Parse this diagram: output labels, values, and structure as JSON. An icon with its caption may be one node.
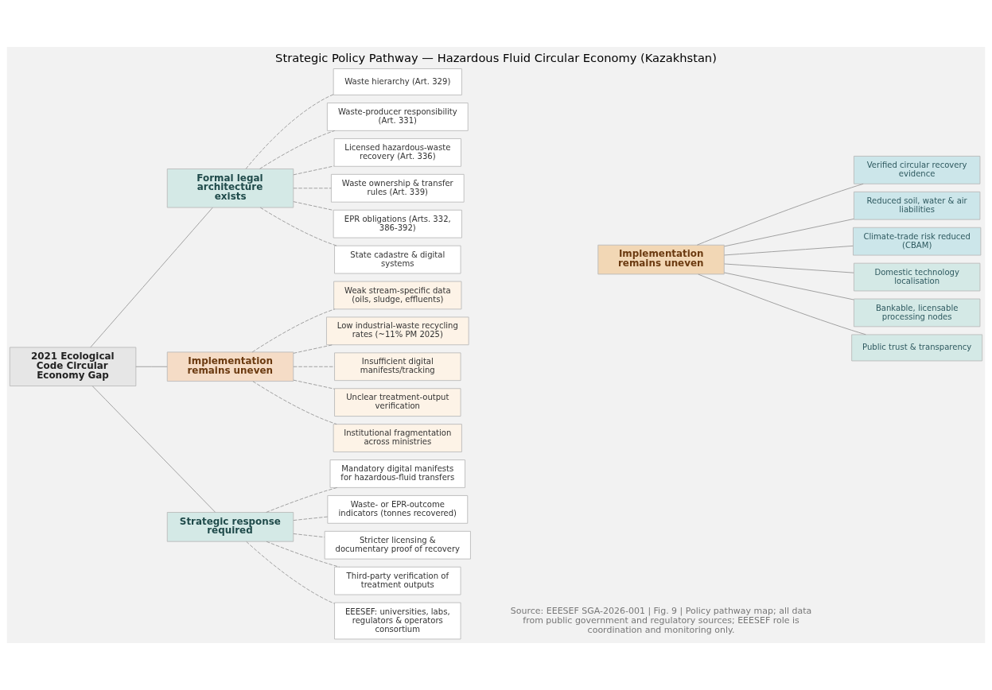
{
  "diagram": {
    "title": "Strategic Policy Pathway — Hazardous Fluid Circular Economy (Kazakhstan)",
    "caption": "Source: EEESEF SGA-2026-001 | Fig. 9 | Policy pathway map; all data from public government and regulatory sources; EEESEF role is coordination and monitoring only.",
    "nodes": [
      {
        "text": [
          "2021 Ecological Code Circular Economy Gap"
        ]
      },
      {
        "text": [
          "Formal legal architecture exists"
        ]
      },
      {
        "text": [
          "Implementation remains uneven"
        ]
      },
      {
        "text": [
          "Strategic response required"
        ]
      },
      {
        "text": [
          "Waste hierarchy (Art. 329)"
        ]
      },
      {
        "text": [
          "Waste-producer responsibility (Art. 331)"
        ]
      },
      {
        "text": [
          "Licensed hazardous-waste recovery (Art. 336)"
        ]
      },
      {
        "text": [
          "Waste ownership & transfer rules (Art. 339)"
        ]
      },
      {
        "text": [
          "EPR obligations (Arts. 332, 386-392)"
        ]
      },
      {
        "text": [
          "State cadastre & digital systems"
        ]
      },
      {
        "text": [
          "Weak stream-specific data (oils, sludge, effluents)"
        ]
      },
      {
        "text": [
          "Low industrial-waste recycling rates (~11% PM 2025)"
        ]
      },
      {
        "text": [
          "Insufficient digital manifests/tracking"
        ]
      },
      {
        "text": [
          "Unclear treatment-output verification"
        ]
      },
      {
        "text": [
          "Institutional fragmentation across ministries"
        ]
      },
      {
        "text": [
          "Mandatory digital manifests for hazardous-fluid transfers"
        ]
      },
      {
        "text": [
          "Waste- or EPR-outcome indicators (tonnes recovered)"
        ]
      },
      {
        "text": [
          "Stricter licensing & documentary proof of recovery"
        ]
      },
      {
        "text": [
          "Third-party verification of treatment outputs"
        ]
      },
      {
        "text": [
          "EEESEF: universities, labs, regulators & operators consortium"
        ]
      },
      {
        "text": [
          "Implementation remains uneven"
        ]
      },
      {
        "text": [
          "Verified circular recovery evidence"
        ]
      },
      {
        "text": [
          "Reduced soil, water & air liabilities"
        ]
      },
      {
        "text": [
          "Climate-trade risk reduced (CBAM)"
        ]
      },
      {
        "text": [
          "Domestic technology localisation"
        ]
      },
      {
        "text": [
          "Bankable, licensable processing nodes"
        ]
      },
      {
        "text": [
          "Public trust & transparency"
        ]
      }
    ],
    "edges": [
      {
        "from": 0,
        "to": 1,
        "arrow": "none"
      },
      {
        "from": 0,
        "to": 2,
        "arrow": "none"
      },
      {
        "from": 0,
        "to": 3,
        "arrow": "none"
      },
      {
        "from": 1,
        "to": 4,
        "arrow": "none",
        "style": "dashed"
      },
      {
        "from": 1,
        "to": 5,
        "arrow": "none",
        "style": "dashed"
      },
      {
        "from": 1,
        "to": 6,
        "arrow": "none",
        "style": "dashed"
      },
      {
        "from": 1,
        "to": 7,
        "arrow": "none",
        "style": "dashed"
      },
      {
        "from": 1,
        "to": 8,
        "arrow": "none",
        "style": "dashed"
      },
      {
        "from": 1,
        "to": 9,
        "arrow": "none",
        "style": "dashed"
      },
      {
        "from": 2,
        "to": 10,
        "arrow": "none",
        "style": "dashed"
      },
      {
        "from": 2,
        "to": 11,
        "arrow": "none",
        "style": "dashed"
      },
      {
        "from": 2,
        "to": 12,
        "arrow": "none",
        "style": "dashed"
      },
      {
        "from": 2,
        "to": 13,
        "arrow": "none",
        "style": "dashed"
      },
      {
        "from": 2,
        "to": 14,
        "arrow": "none",
        "style": "dashed"
      },
      {
        "from": 3,
        "to": 15,
        "arrow": "none",
        "style": "dashed"
      },
      {
        "from": 3,
        "to": 16,
        "arrow": "none",
        "style": "dashed"
      },
      {
        "from": 3,
        "to": 17,
        "arrow": "none",
        "style": "dashed"
      },
      {
        "from": 3,
        "to": 18,
        "arrow": "none",
        "style": "dashed"
      },
      {
        "from": 3,
        "to": 19,
        "arrow": "none",
        "style": "dashed"
      },
      {
        "from": 20,
        "to": 21,
        "arrow": "none"
      },
      {
        "from": 20,
        "to": 22,
        "arrow": "none"
      },
      {
        "from": 20,
        "to": 23,
        "arrow": "none"
      },
      {
        "from": 20,
        "to": 24,
        "arrow": "none"
      },
      {
        "from": 20,
        "to": 25,
        "arrow": "none"
      },
      {
        "from": 20,
        "to": 26,
        "arrow": "none"
      }
    ]
  }
}
